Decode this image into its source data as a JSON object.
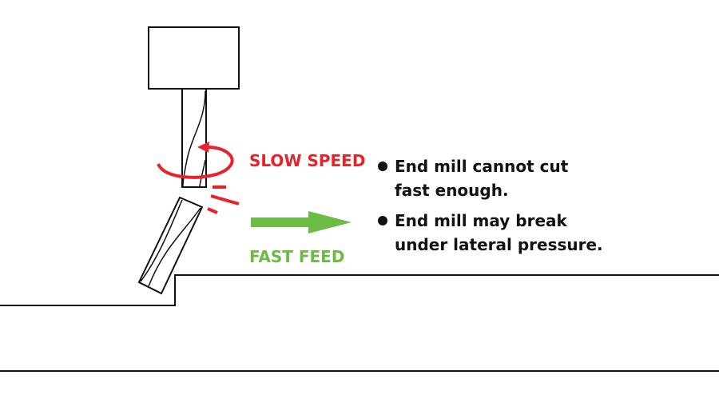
{
  "labels": {
    "speed": "SLOW SPEED",
    "feed": "FAST FEED"
  },
  "bullets": [
    {
      "lines": [
        "End mill cannot cut",
        "fast enough."
      ]
    },
    {
      "lines": [
        "End mill may break",
        "under lateral pressure."
      ]
    }
  ],
  "colors": {
    "speed": "#e8212a",
    "feed": "#6cbb45",
    "line": "#111111"
  }
}
